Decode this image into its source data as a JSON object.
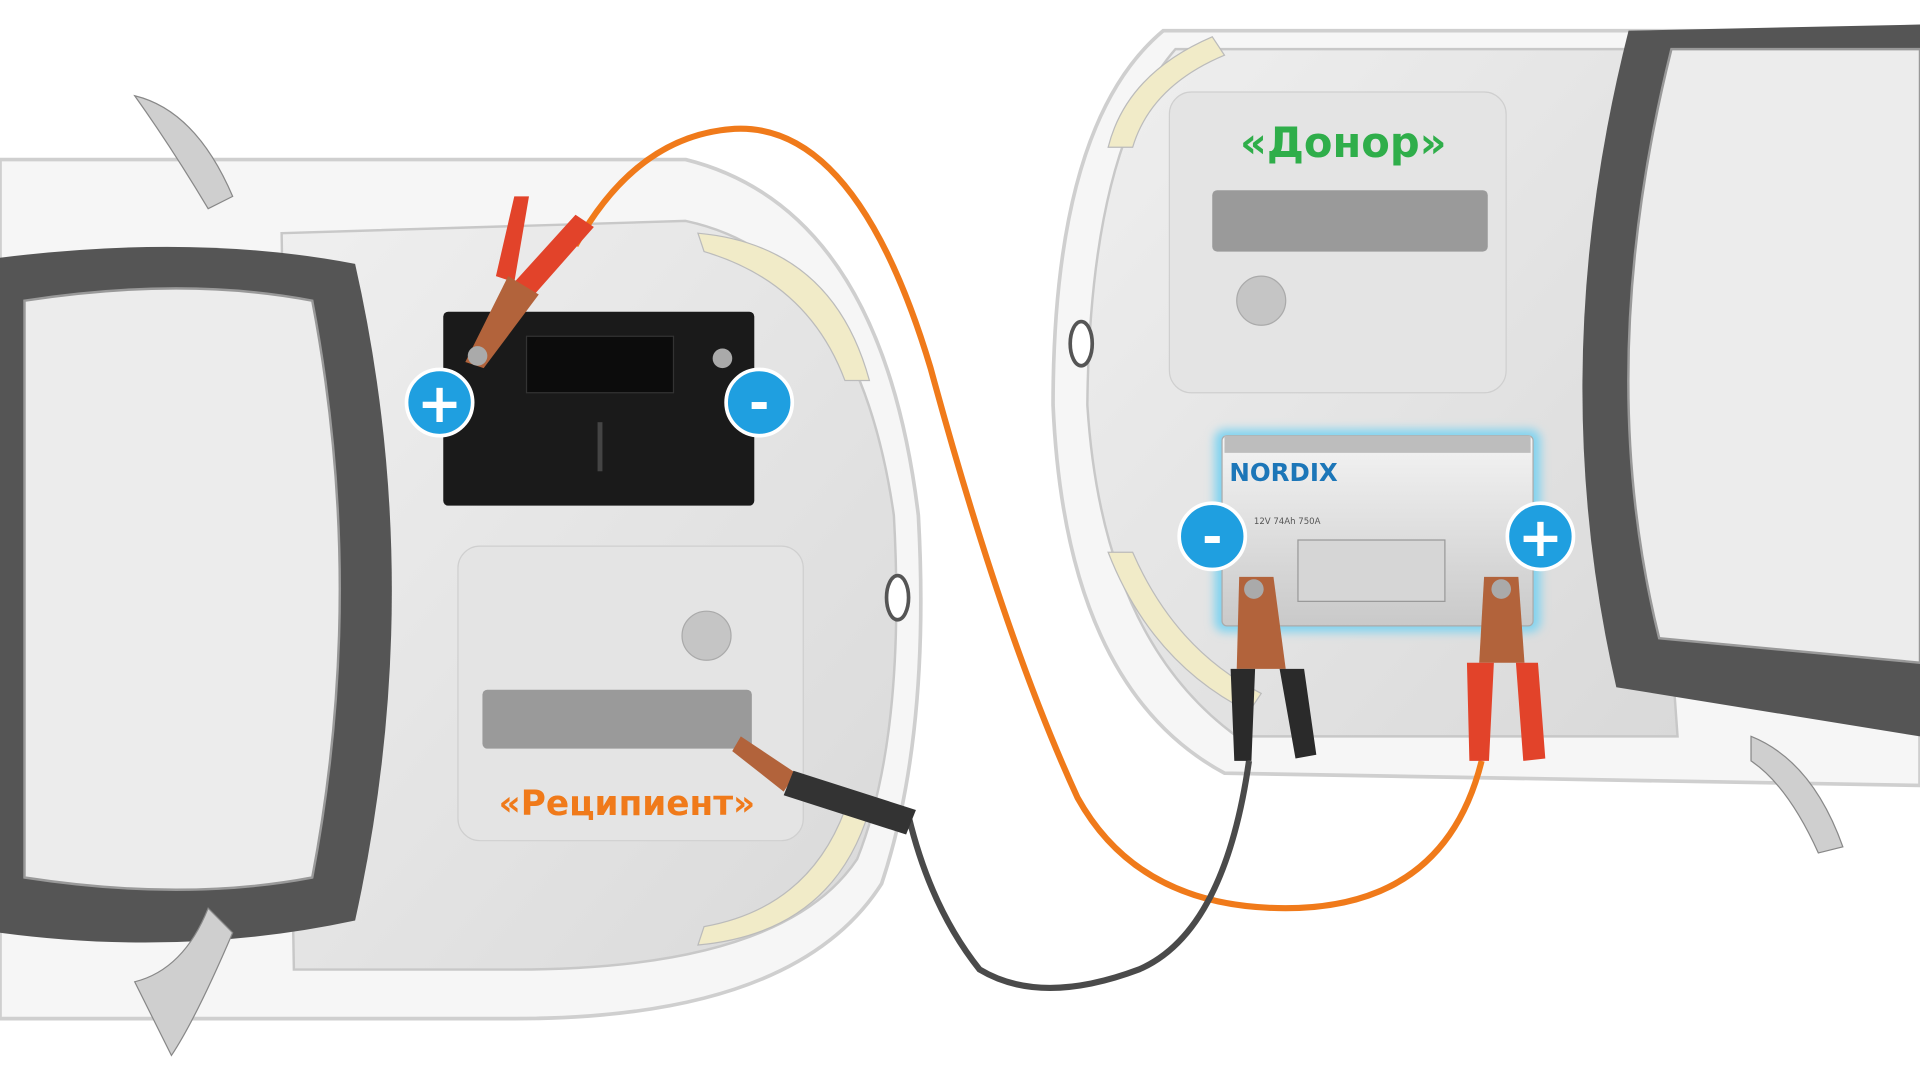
{
  "labels": {
    "recipient": "«Реципиент»",
    "donor": "«Донор»"
  },
  "battery_brand": "NORDIX",
  "battery_spec": "12V 74Ah 750A",
  "terminals": {
    "plus": "+",
    "minus": "-"
  },
  "colors": {
    "recipient_label": "#f07a1a",
    "donor_label": "#2fae4a",
    "terminal_badge": "#1f9fe0",
    "positive_cable": "#f07a1a",
    "negative_cable": "#4a4a4a",
    "brand": "#1c76b8"
  }
}
